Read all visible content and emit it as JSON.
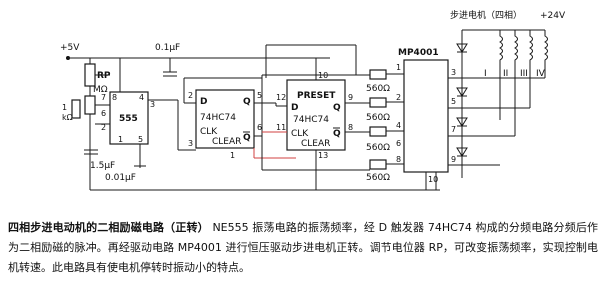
{
  "diagram": {
    "supply_left": "+5V",
    "supply_right": "+24V",
    "rp": "RP",
    "res_m": "MΩ",
    "res_1": "1",
    "res_k": "kΩ",
    "ne555_label": "555",
    "cap_top": "0.1μF",
    "cap_timing": "1.5μF",
    "cap_ctrl": "0.01μF",
    "ff1": {
      "d": "D",
      "q": "Q",
      "qbar": "Q",
      "clk": "CLK",
      "clear": "CLEAR",
      "chip": "74HC74"
    },
    "ff2": {
      "d": "D",
      "q": "Q",
      "qbar": "Q",
      "clk": "CLK",
      "clear": "CLEAR",
      "chip": "74HC74",
      "preset": "PRESET"
    },
    "driver_name": "MP4001",
    "resistors": [
      "560Ω",
      "560Ω",
      "560Ω",
      "560Ω"
    ],
    "motor_label": "步进电机（四相）",
    "phases": [
      "I",
      "II",
      "III",
      "IV"
    ],
    "pins_555": {
      "p7": "7",
      "p8": "8",
      "p4": "4",
      "p6": "6",
      "p3": "3",
      "p2": "2",
      "p1": "1",
      "p5": "5"
    },
    "pins_ff1": {
      "p2": "2",
      "p5": "5",
      "p3": "3",
      "p6": "6",
      "p1": "1"
    },
    "pins_ff2": {
      "p10": "10",
      "p12": "12",
      "p9": "9",
      "p11": "11",
      "p8": "8",
      "p13": "13"
    },
    "pins_mp": {
      "p1": "1",
      "p2": "2",
      "p4": "4",
      "p6": "6",
      "p8": "8",
      "p3": "3",
      "p5": "5",
      "p7": "7",
      "p9": "9",
      "p10": "10"
    }
  },
  "caption": {
    "title": "四相步进电动机的二相励磁电路（正转）",
    "body": "NE555 振荡电路的振荡频率，经 D 触发器 74HC74 构成的分频电路分频后作为二相励磁的脉冲。再经驱动电路 MP4001 进行恒压驱动步进电机正转。调节电位器 RP，可改变振荡频率，实现控制电机转速。此电路具有使电机停转时振动小的特点。"
  }
}
